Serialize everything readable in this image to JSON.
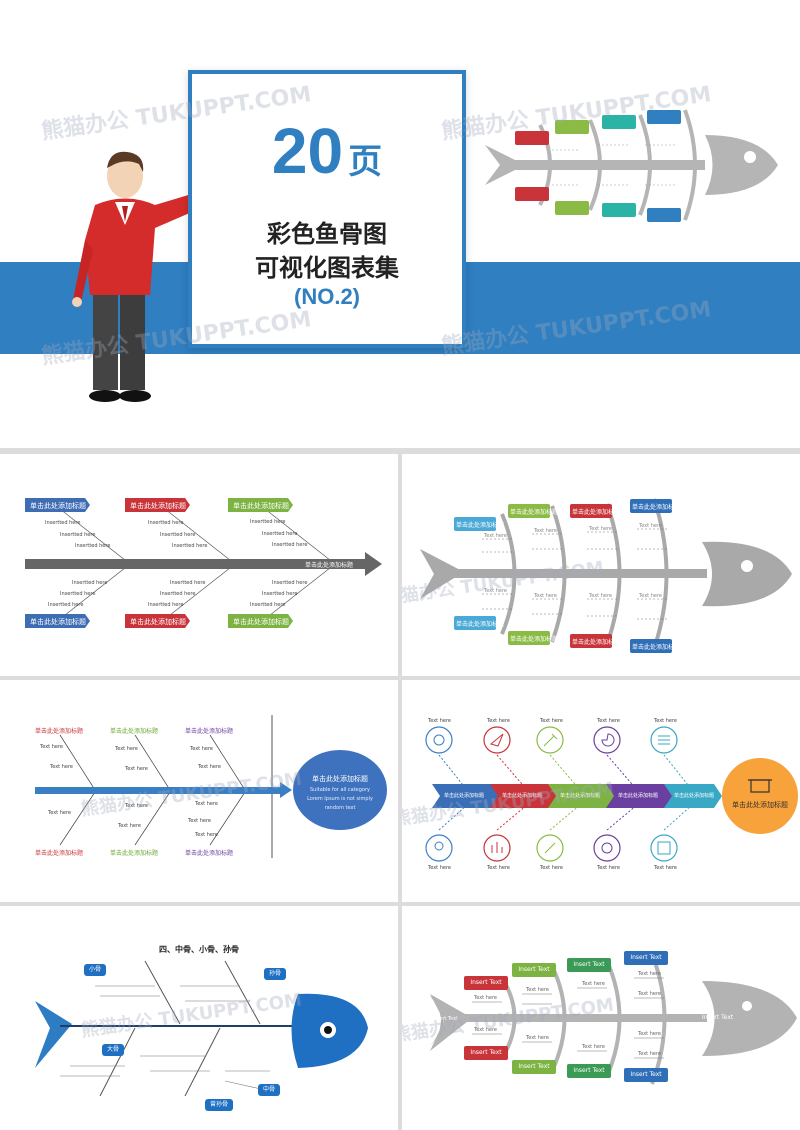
{
  "cover": {
    "big_number": "20",
    "unit": "页",
    "title_line1": "彩色鱼骨图",
    "title_line2": "可视化图表集",
    "subtitle": "(NO.2)",
    "colors": {
      "blue": "#2f7fc1",
      "red": "#c8343a",
      "green": "#8bbb45",
      "teal": "#2bb3a6",
      "gray": "#b5b5b5"
    }
  },
  "watermark": "熊猫办公 TUKUPPT.COM",
  "slide2": {
    "head_title": "单击此处添加标题",
    "top_labels": [
      "单击此处添加标题",
      "单击此处添加标题",
      "单击此处添加标题"
    ],
    "bottom_labels": [
      "单击此处添加标题",
      "单击此处添加标题",
      "单击此处添加标题"
    ],
    "item": "Insertted here"
  },
  "slide3": {
    "labels": [
      "单击此处添加标题",
      "单击此处添加标题",
      "单击此处添加标题",
      "单击此处添加标题",
      "单击此处添加标题",
      "单击此处添加标题",
      "单击此处添加标题",
      "单击此处添加标题"
    ],
    "item": "Text here"
  },
  "slide4": {
    "top_labels": [
      "单击此处添加标题",
      "单击此处添加标题",
      "单击此处添加标题"
    ],
    "bottom_labels": [
      "单击此处添加标题",
      "单击此处添加标题",
      "单击此处添加标题"
    ],
    "item": "Text here",
    "circle_title": "单击此处添加标题",
    "circle_line1": "Suitable for all category",
    "circle_line2": "Lorem Ipsum is not simply",
    "circle_line3": "random text"
  },
  "slide5": {
    "item": "Text here",
    "arrow_label": "单击此处添加标题",
    "head_label": "单击此处添加标题"
  },
  "slide6": {
    "title": "四、中骨、小骨、孙骨",
    "small_bone": "小骨",
    "grand_bone": "孙骨",
    "big_bone": "大骨",
    "mid_bone": "中骨",
    "sub_bone": "曾孙骨"
  },
  "slide7": {
    "insert": "Insert Text",
    "item": "Text here",
    "tail": "Insert Text",
    "head": "Insert Text"
  }
}
